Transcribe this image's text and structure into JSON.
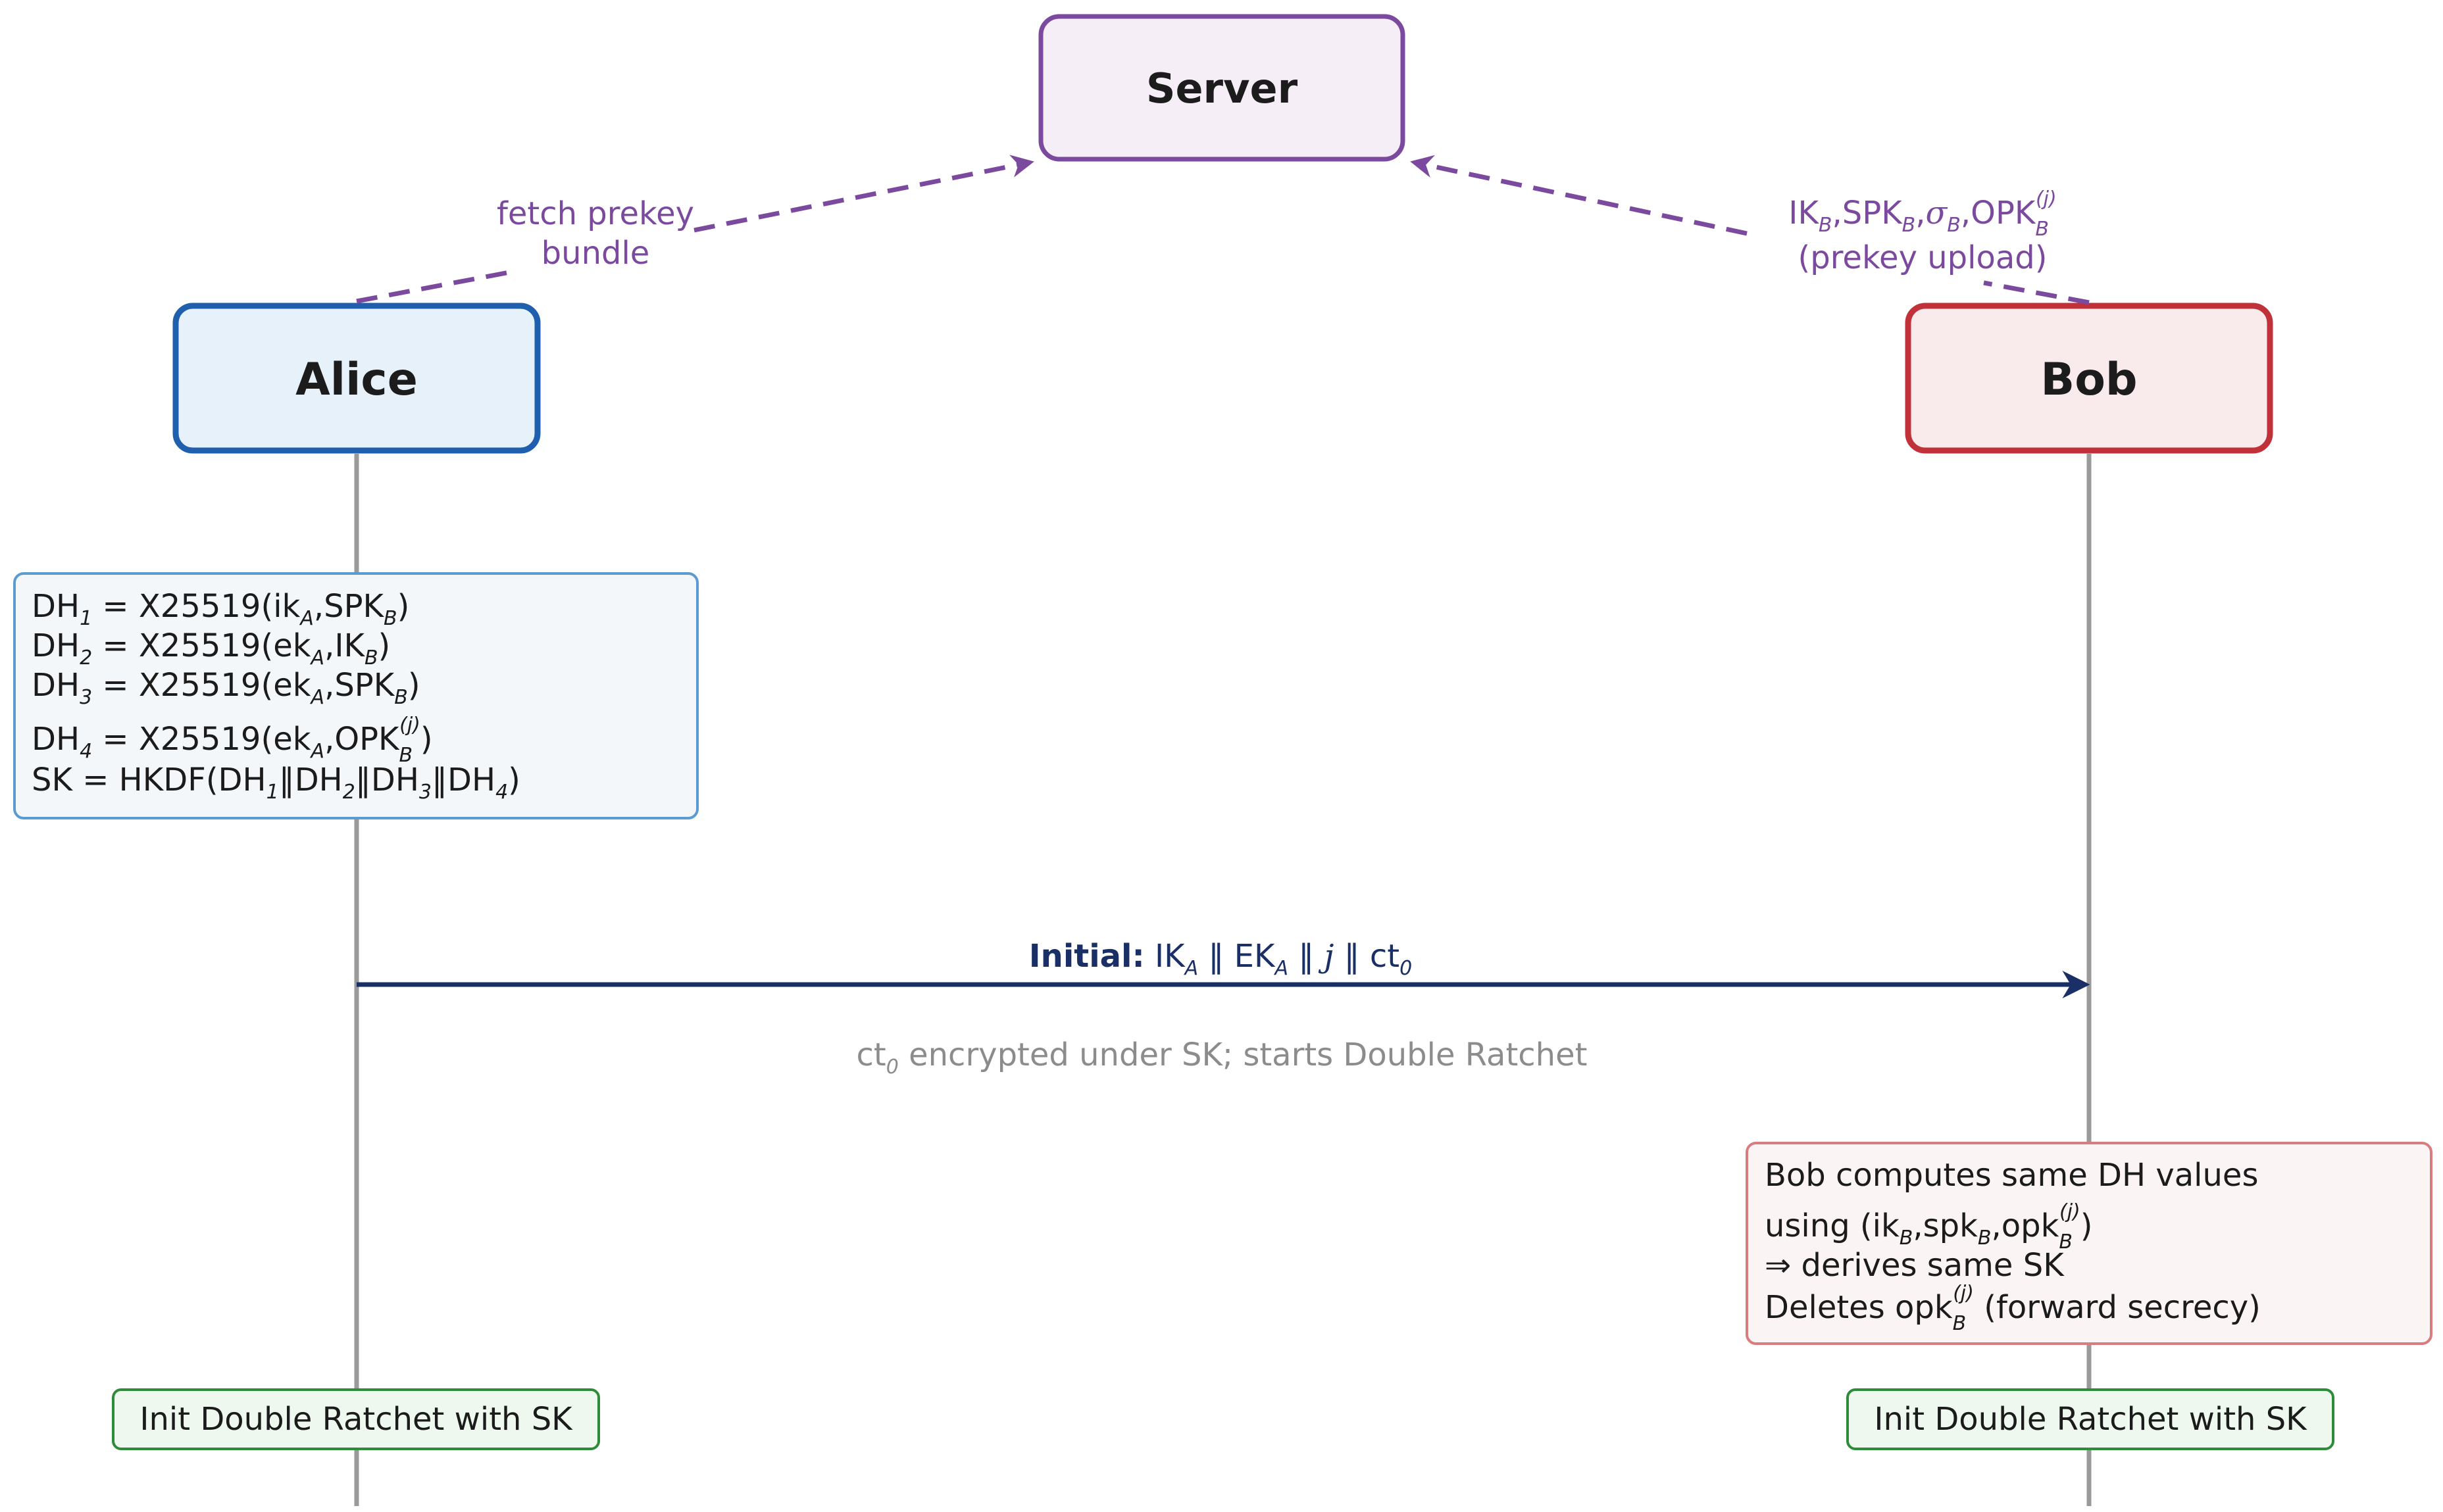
{
  "participants": {
    "server": "Server",
    "alice": "Alice",
    "bob": "Bob"
  },
  "fetch": {
    "line1": "fetch prekey",
    "line2": "bundle"
  },
  "upload": {
    "ik": "IK",
    "ik_sub": "B",
    "spk": "SPK",
    "spk_sub": "B",
    "sigma": "σ",
    "sigma_sub": "B",
    "opk": "OPK",
    "opk_sub": "B",
    "opk_sup": "(j)",
    "comma": ",",
    "line2": "(prekey upload)"
  },
  "alice_box": {
    "line1": {
      "dh": "DH",
      "idx": "1",
      "rhs": " = X25519(ik",
      "a": "A",
      "mid": ",SPK",
      "b": "B",
      "end": ")"
    },
    "line2": {
      "dh": "DH",
      "idx": "2",
      "rhs": " = X25519(ek",
      "a": "A",
      "mid": ",IK",
      "b": "B",
      "end": ")"
    },
    "line3": {
      "dh": "DH",
      "idx": "3",
      "rhs": " = X25519(ek",
      "a": "A",
      "mid": ",SPK",
      "b": "B",
      "end": ")"
    },
    "line4": {
      "dh": "DH",
      "idx": "4",
      "rhs": " = X25519(ek",
      "a": "A",
      "mid": ",OPK",
      "b": "B",
      "sup": "(j)",
      "end": ")"
    },
    "line5": {
      "sk": "SK = HKDF(DH",
      "i1": "1",
      "s1": "‖DH",
      "i2": "2",
      "s2": "‖DH",
      "i3": "3",
      "s3": "‖DH",
      "i4": "4",
      "end": ")"
    }
  },
  "initial_message": {
    "bold": "Initial:",
    "ik": " IK",
    "ik_sub": "A",
    "sep1": " ‖ EK",
    "ek_sub": "A",
    "sep2": " ‖ ",
    "j": "j",
    "sep3": " ‖ ct",
    "ct_sub": "0"
  },
  "ct_note": {
    "ct": "ct",
    "sub": "0",
    "rest": " encrypted under SK; starts Double Ratchet"
  },
  "bob_box": {
    "line1": "Bob computes same DH values",
    "line2": {
      "pre": "using (ik",
      "b1": "B",
      "mid1": ",spk",
      "b2": "B",
      "mid2": ",opk",
      "b3": "B",
      "sup": "(j)",
      "end": ")"
    },
    "line3": "⇒ derives same SK",
    "line4": {
      "pre": "Deletes opk",
      "b": "B",
      "sup": "(j)",
      "end": " (forward secrecy)"
    }
  },
  "init_alice": "Init Double Ratchet with SK",
  "init_bob": "Init Double Ratchet with SK",
  "colors": {
    "alice": "#1f5fad",
    "bob": "#c0313a",
    "server": "#7b4a9e",
    "message": "#1a2f66",
    "init": "#2e8b3a"
  }
}
